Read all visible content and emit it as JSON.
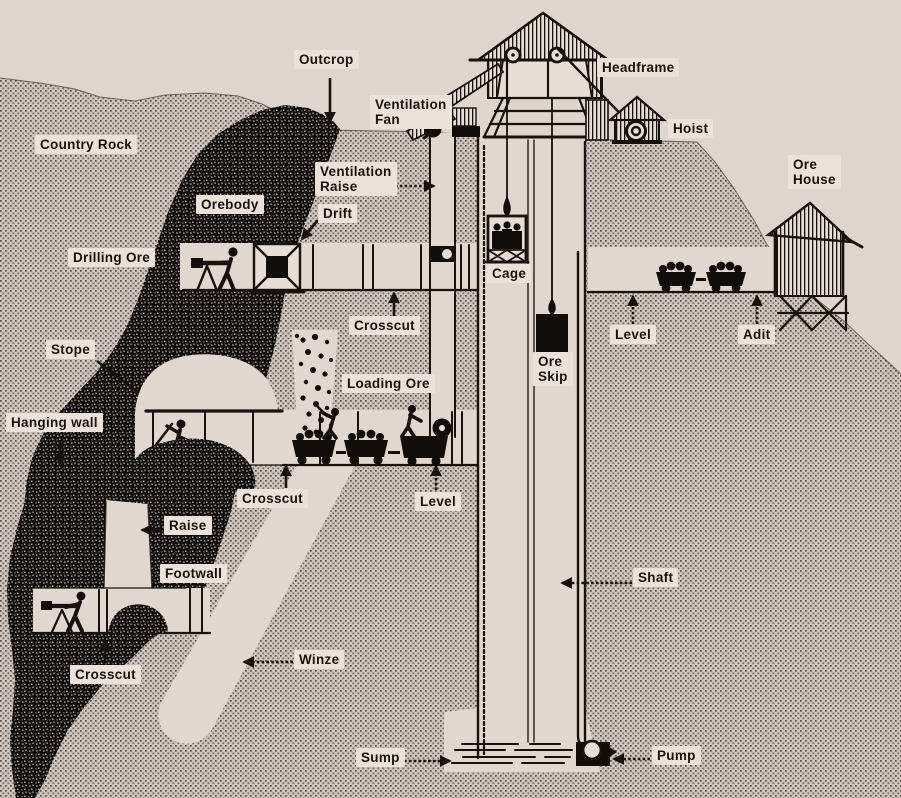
{
  "colors": {
    "background": "#ded5cd",
    "ink": "#17120d",
    "label_background": "#eae2d9",
    "ground_halftone_base": "#cdc5bd",
    "vein_black": "#100d0b",
    "excavation_beige": "#e0d7cf"
  },
  "labels": {
    "outcrop": "Outcrop",
    "ventilation_fan": [
      "Ventilation",
      "Fan"
    ],
    "headframe": "Headframe",
    "hoist": "Hoist",
    "ore_house": [
      "Ore",
      "House"
    ],
    "country_rock": "Country Rock",
    "orebody": "Orebody",
    "drift": "Drift",
    "ventilation_raise": [
      "Ventilation",
      "Raise"
    ],
    "drilling_ore": "Drilling Ore",
    "crosscut_upper": "Crosscut",
    "cage": "Cage",
    "ore_skip": [
      "Ore",
      "Skip"
    ],
    "level_upper": "Level",
    "adit": "Adit",
    "stope": "Stope",
    "loading_ore": "Loading Ore",
    "hanging_wall": "Hanging wall",
    "crosscut_middle": "Crosscut",
    "level_lower": "Level",
    "raise": "Raise",
    "footwall": "Footwall",
    "crosscut_bottom": "Crosscut",
    "winze": "Winze",
    "shaft": "Shaft",
    "sump": "Sump",
    "pump": "Pump"
  }
}
